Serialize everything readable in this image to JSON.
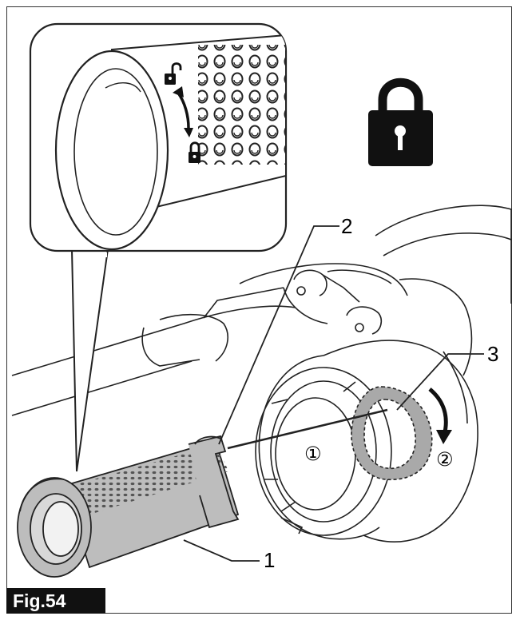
{
  "figure": {
    "label": "Fig.54"
  },
  "callouts": [
    {
      "id": "1",
      "text": "1"
    },
    {
      "id": "2",
      "text": "2"
    },
    {
      "id": "3",
      "text": "3"
    }
  ],
  "steps": [
    {
      "id": "1",
      "text": "①"
    },
    {
      "id": "2",
      "text": "②"
    }
  ],
  "icons": {
    "main": "padlock-locked-icon",
    "inset_locked": "lock-closed-icon",
    "inset_unlocked": "lock-open-icon",
    "rotation": "rotate-arrow-icon"
  },
  "colors": {
    "line": "#222222",
    "part_gray": "#bdbdbd",
    "highlight_gray": "#a9a9a9",
    "label_bg": "#111111",
    "label_fg": "#ffffff"
  }
}
